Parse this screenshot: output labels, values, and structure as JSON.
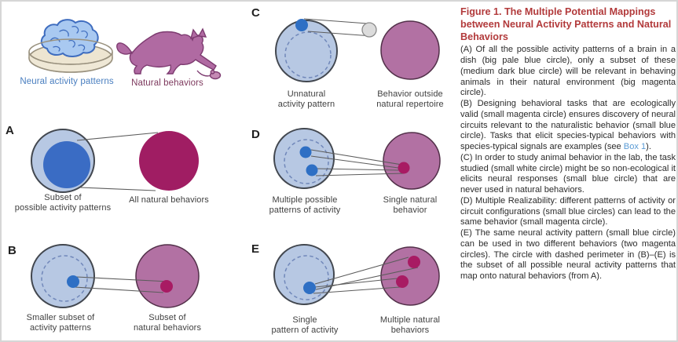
{
  "figure": {
    "intro": {
      "neural_label": "Neural activity patterns",
      "natural_label": "Natural behaviors"
    },
    "panels": [
      {
        "letter": "A",
        "left_label": "Subset of\npossible activity patterns",
        "right_label": "All natural behaviors"
      },
      {
        "letter": "B",
        "left_label": "Smaller subset of\nactivity patterns",
        "right_label": "Subset of\nnatural behaviors"
      },
      {
        "letter": "C",
        "left_label": "Unnatural\nactivity pattern",
        "right_label": "Behavior outside\nnatural repertoire"
      },
      {
        "letter": "D",
        "left_label": "Multiple possible\npatterns of activity",
        "right_label": "Single natural\nbehavior"
      },
      {
        "letter": "E",
        "left_label": "Single\npattern of activity",
        "right_label": "Multiple natural\nbehaviors"
      }
    ],
    "caption": {
      "title": "Figure 1. The Multiple Potential Mappings between Neural Activity Patterns and Natural Behaviors",
      "para_a": "(A) Of all the possible activity patterns of a brain in a dish (big pale blue circle), only a subset of these (medium dark blue circle) will be relevant in behaving animals in their natural environment (big magenta circle).",
      "para_b_pre": "(B) Designing behavioral tasks that are ecologically valid (small magenta circle) ensures discovery of neural circuits relevant to the naturalistic behavior (small blue circle). Tasks that elicit species-typical behaviors with species-typical signals are examples (see ",
      "para_b_link": "Box 1",
      "para_b_post": ").",
      "para_c": "(C) In order to study animal behavior in the lab, the task studied (small white circle) might be so non-ecological it elicits neural responses (small blue circle) that are never used in natural behaviors.",
      "para_d": "(D) Multiple Realizability: different patterns of activity or circuit configurations (small blue circles) can lead to the same behavior (small magenta circle).",
      "para_e": "(E) The same neural activity pattern (small blue circle) can be used in two different behaviors (two magenta circles). The circle with dashed perimeter in (B)–(E) is the subset of all possible neural activity patterns that map onto natural behaviors (from A)."
    },
    "colors": {
      "pale_blue": "#b7c8e3",
      "medium_blue": "#3a6cc4",
      "dot_blue": "#2e6fc4",
      "magenta": "#a01d63",
      "mauve": "#b271a3",
      "dot_magenta": "#a81b63",
      "white_circle": "#dcdcdc",
      "brain_blue": "#a9c9f1",
      "dish_tan": "#ede5d1",
      "cat_mauve": "#b06aa2",
      "title_red": "#b23a3b",
      "link_blue": "#5a9bd5",
      "neural_text": "#4a7fc0",
      "natural_text": "#7e3a5e"
    }
  }
}
